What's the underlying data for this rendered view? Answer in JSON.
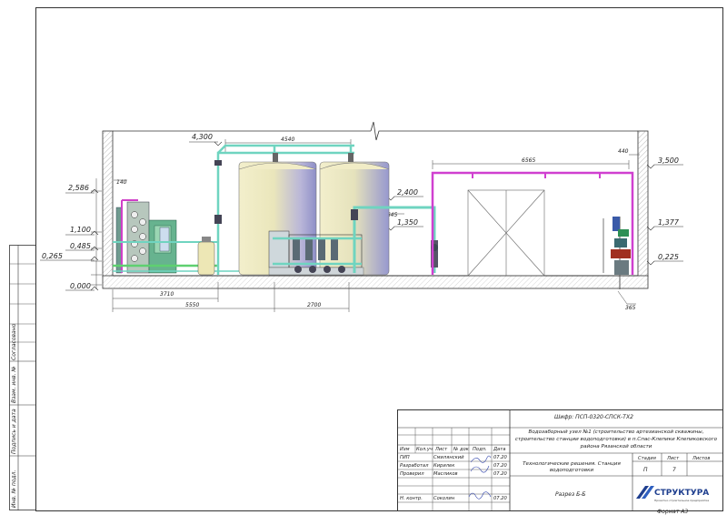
{
  "levels": {
    "l_4300": "4,300",
    "l_2586": "2,586",
    "l_1100": "1,100",
    "l_0485": "0,485",
    "l_0265": "0,265",
    "l_0000": "0,000",
    "l_2400": "2,400",
    "l_1350": "1,350",
    "l_3500": "3,500",
    "l_1377": "1,377",
    "l_0225": "0,225"
  },
  "dims": {
    "d_4540": "4540",
    "d_140": "140",
    "d_2645": "2645",
    "d_6565": "6565",
    "d_440": "440",
    "d_3710": "3710",
    "d_5550": "5550",
    "d_2700": "2700",
    "d_365": "365"
  },
  "side_stamps": {
    "soglasovano": "Согласовано",
    "vzam_inv": "Взам. инв. №",
    "podpis_data": "Подпись и дата",
    "inv_podl": "Инв. № подл."
  },
  "title_block": {
    "cipher": "Шифр: ПСП-0320-СПСК-ТХ2",
    "project": "Водозаборный узел №1 (строительство артезианской скважины, строительство станции водоподготовки) в п.Спас-Клепики Клепиковского района Рязанской области",
    "section_title": "Технологические решения. Станция водоподготовки",
    "sheet_title": "Разрез Б-Б",
    "col_izm": "Изм",
    "col_koluch": "Кол.уч",
    "col_list": "Лист",
    "col_ndok": "№ док",
    "col_podp": "Подп.",
    "col_data": "Дата",
    "stadia_label": "Стадия",
    "list_label": "Лист",
    "listov_label": "Листов",
    "stadia_value": "П",
    "list_value": "7",
    "people": [
      {
        "role": "ГИП",
        "name": "Смилянский",
        "date": "07.20"
      },
      {
        "role": "Разработал",
        "name": "Кирилек",
        "date": "07.20"
      },
      {
        "role": "Проверил",
        "name": "Масликов",
        "date": "07.20"
      },
      {
        "role": "",
        "name": "",
        "date": ""
      },
      {
        "role": "Н. контр.",
        "name": "Соколин",
        "date": "07.20"
      }
    ],
    "company": "СТРУКТУРА",
    "company_sub": "Проектно-строительное предприятие",
    "format": "Формат А3"
  }
}
